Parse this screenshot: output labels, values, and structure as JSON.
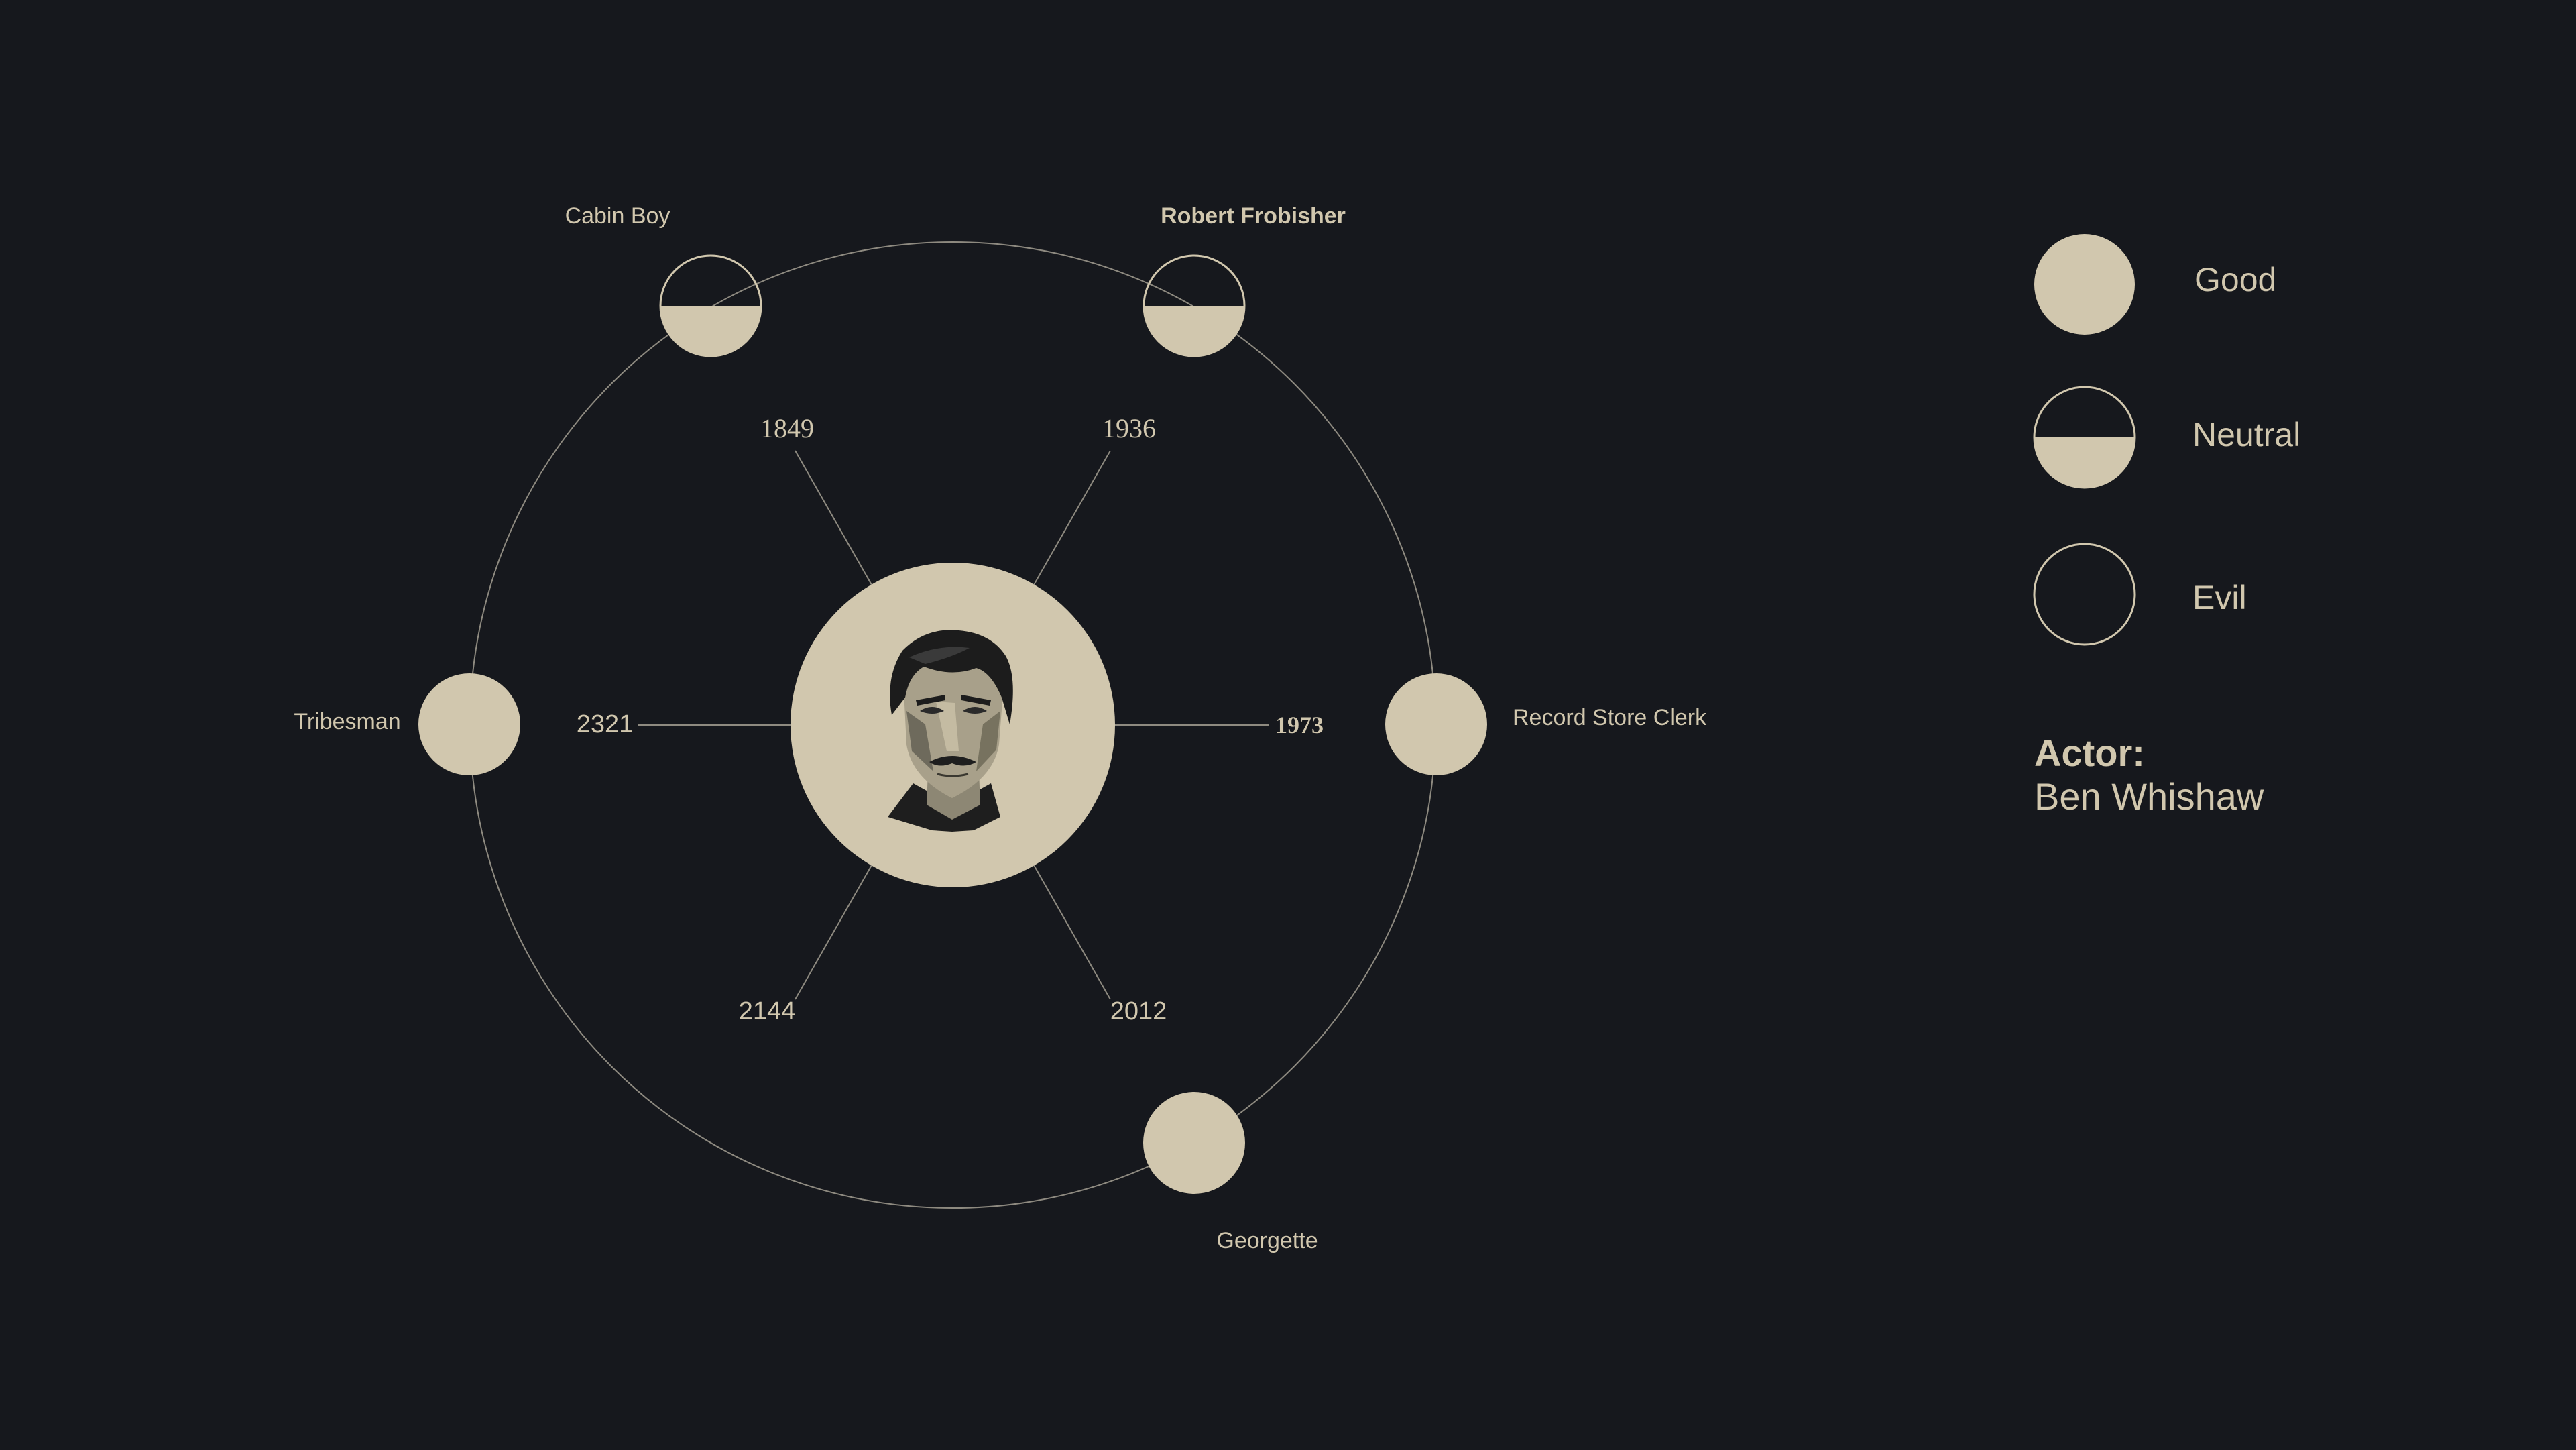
{
  "colors": {
    "background": "#16181d",
    "accent": "#d1c7ae",
    "line": "#8e8a80"
  },
  "diagram": {
    "center_portrait": "ben-whishaw-portrait",
    "characters": [
      {
        "name": "Cabin Boy",
        "alignment": "neutral",
        "year": "1849",
        "emphasis": false
      },
      {
        "name": "Robert Frobisher",
        "alignment": "neutral",
        "year": "1936",
        "emphasis": true
      },
      {
        "name": "Record Store Clerk",
        "alignment": "good",
        "year": "1973",
        "emphasis": true
      },
      {
        "name": "Georgette",
        "alignment": "good",
        "year": "2012",
        "emphasis": false
      },
      {
        "name": "Tribesman",
        "alignment": "good",
        "year": "2321",
        "emphasis": false
      }
    ],
    "spoke_year": "2144"
  },
  "legend": {
    "items": [
      {
        "label": "Good",
        "kind": "good"
      },
      {
        "label": "Neutral",
        "kind": "neutral"
      },
      {
        "label": "Evil",
        "kind": "evil"
      }
    ]
  },
  "actor": {
    "heading": "Actor:",
    "name": "Ben Whishaw"
  }
}
